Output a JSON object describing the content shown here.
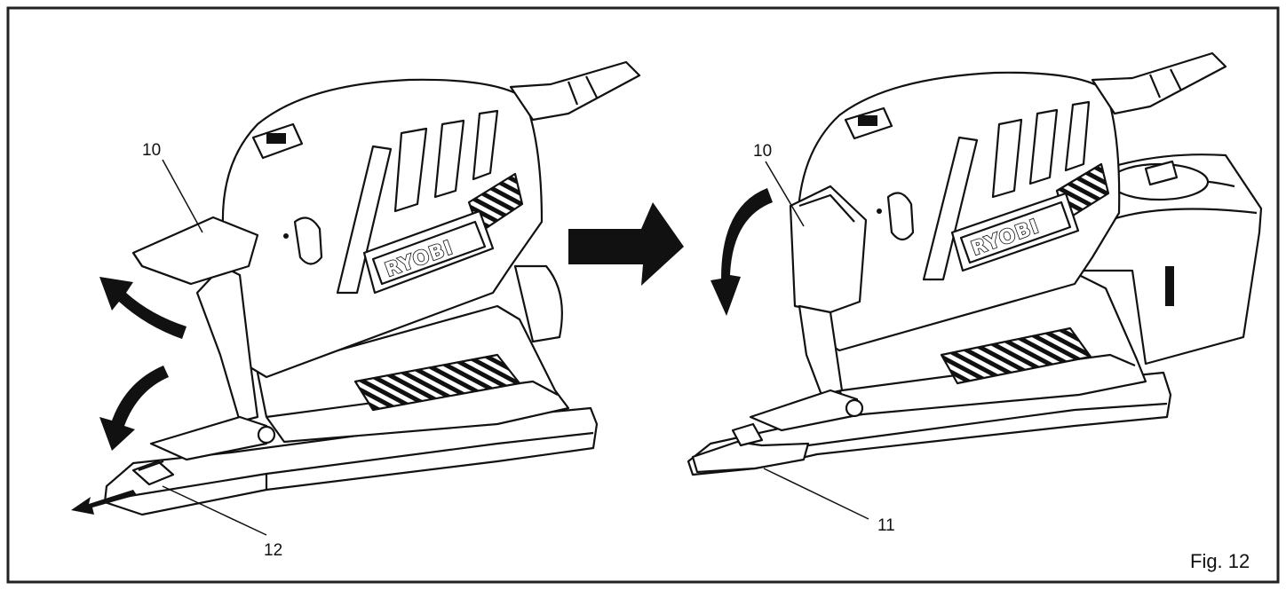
{
  "labels": {
    "left_cover": "10",
    "left_latch": "12",
    "right_cover": "10",
    "right_base": "11"
  },
  "brand": "RYOBI",
  "figure_label": "Fig. 12",
  "colors": {
    "ink": "#111111",
    "paper": "#ffffff",
    "frame": "#222222"
  },
  "icons": {
    "step_arrow": "bold-right-arrow",
    "rotate_open": "curved-arrow-counterclockwise",
    "rotate_down": "curved-arrow-down",
    "pull_out": "straight-arrow-left"
  }
}
